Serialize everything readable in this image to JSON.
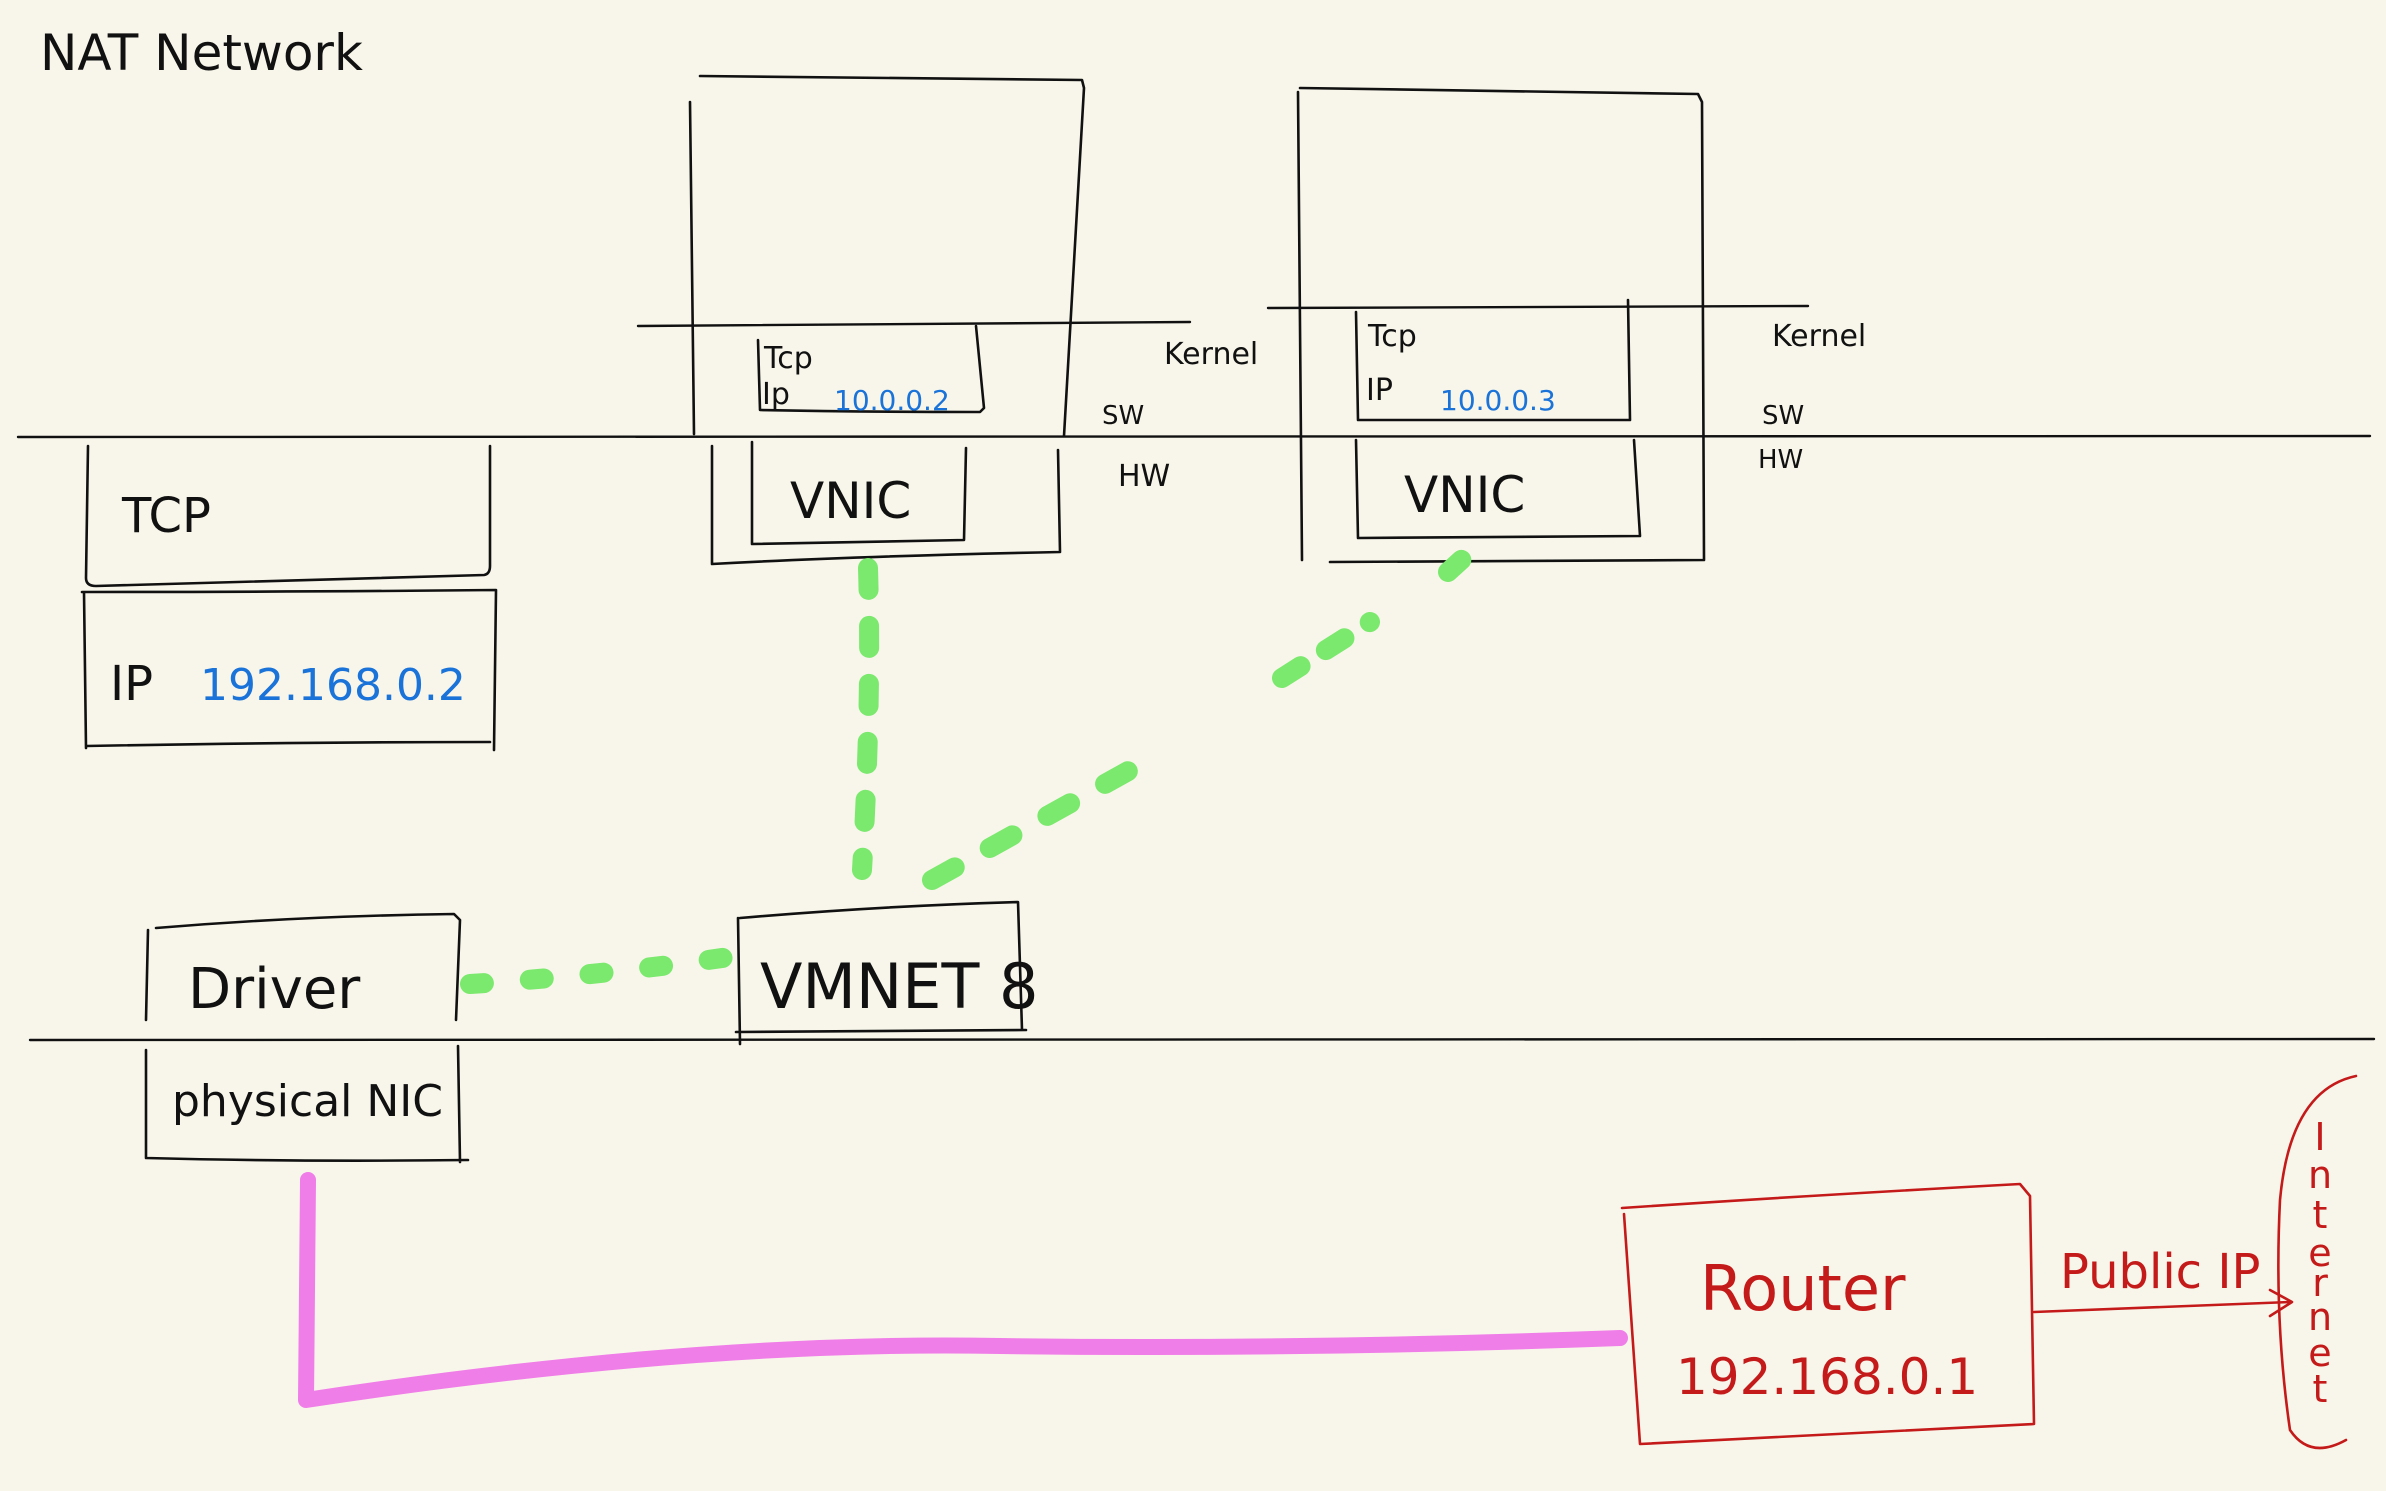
{
  "title": "NAT Network",
  "colors": {
    "background": "#f8f6ea",
    "ink": "#111111",
    "ip_text": "#1a73d9",
    "virtual_link": "#7be86e",
    "physical_link": "#f07ee8",
    "router": "#c41a1a"
  },
  "layer_labels": {
    "kernel_1": "Kernel",
    "kernel_2": "Kernel",
    "sw_1": "SW",
    "sw_2": "SW",
    "hw_1": "HW",
    "hw_2": "HW"
  },
  "host": {
    "tcp_label": "TCP",
    "ip_label": "IP",
    "ip_address": "192.168.0.2",
    "driver_label": "Driver",
    "nic_label": "physical NIC"
  },
  "vm1": {
    "tcp_label": "Tcp",
    "ip_label": "Ip",
    "ip_address": "10.0.0.2",
    "vnic_label": "VNIC"
  },
  "vm2": {
    "tcp_label": "Tcp",
    "ip_label": "IP",
    "ip_address": "10.0.0.3",
    "vnic_label": "VNIC"
  },
  "vmnet": {
    "label": "VMNET 8"
  },
  "router": {
    "label": "Router",
    "ip_address": "192.168.0.1",
    "public_label": "Public IP"
  },
  "internet": {
    "letters": [
      "I",
      "n",
      "t",
      "e",
      "r",
      "n",
      "e",
      "t"
    ]
  }
}
